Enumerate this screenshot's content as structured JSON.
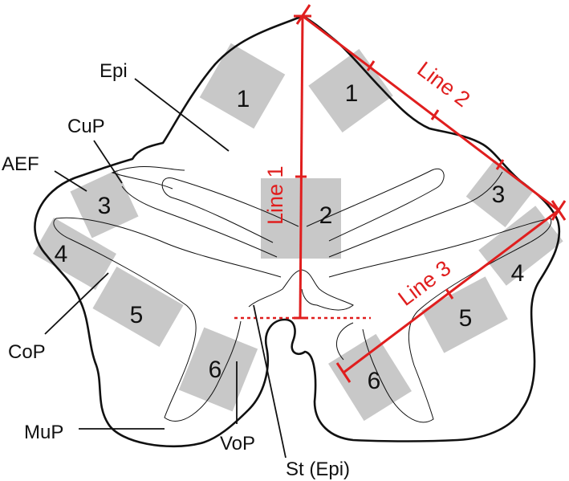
{
  "colors": {
    "outline": "#111111",
    "region_fill": "#c8c8c8",
    "measure": "#e01e1e"
  },
  "regions": [
    "1",
    "1",
    "2",
    "3",
    "3",
    "4",
    "4",
    "5",
    "5",
    "6",
    "6"
  ],
  "labels": {
    "epi": "Epi",
    "cup": "CuP",
    "aef": "AEF",
    "cop": "CoP",
    "mup": "MuP",
    "vop": "VoP",
    "st": "St (Epi)"
  },
  "lines": {
    "line1": "Line 1",
    "line2": "Line 2",
    "line3": "Line 3"
  }
}
